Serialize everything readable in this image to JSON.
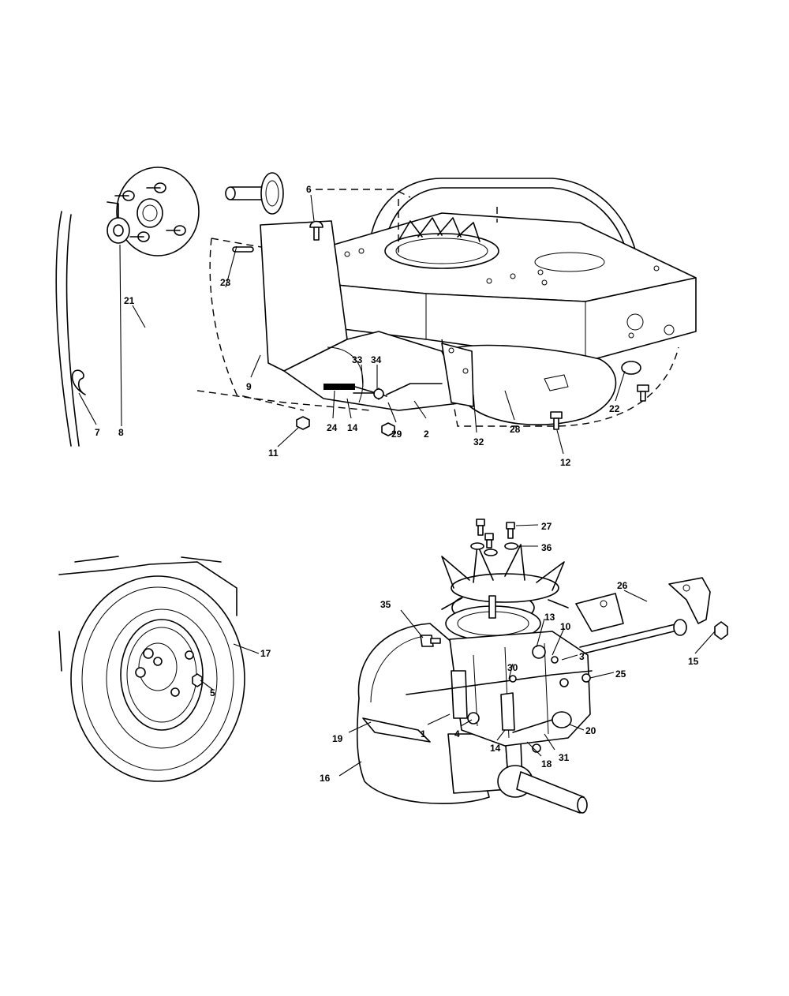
{
  "callouts": [
    {
      "id": "c6",
      "text": "6"
    },
    {
      "id": "c23",
      "text": "23"
    },
    {
      "id": "c21",
      "text": "21"
    },
    {
      "id": "c9",
      "text": "9"
    },
    {
      "id": "c7",
      "text": "7"
    },
    {
      "id": "c8",
      "text": "8"
    },
    {
      "id": "c33",
      "text": "33"
    },
    {
      "id": "c34",
      "text": "34"
    },
    {
      "id": "c24",
      "text": "24"
    },
    {
      "id": "c14a",
      "text": "14"
    },
    {
      "id": "c29",
      "text": "29"
    },
    {
      "id": "c2",
      "text": "2"
    },
    {
      "id": "c11",
      "text": "11"
    },
    {
      "id": "c32",
      "text": "32"
    },
    {
      "id": "c28",
      "text": "28"
    },
    {
      "id": "c22",
      "text": "22"
    },
    {
      "id": "c12",
      "text": "12"
    },
    {
      "id": "c27",
      "text": "27"
    },
    {
      "id": "c36",
      "text": "36"
    },
    {
      "id": "c26",
      "text": "26"
    },
    {
      "id": "c15",
      "text": "15"
    },
    {
      "id": "c35",
      "text": "35"
    },
    {
      "id": "c13",
      "text": "13"
    },
    {
      "id": "c10",
      "text": "10"
    },
    {
      "id": "c3",
      "text": "3"
    },
    {
      "id": "c25",
      "text": "25"
    },
    {
      "id": "c30",
      "text": "30"
    },
    {
      "id": "c17",
      "text": "17"
    },
    {
      "id": "c5",
      "text": "5"
    },
    {
      "id": "c19",
      "text": "19"
    },
    {
      "id": "c1",
      "text": "1"
    },
    {
      "id": "c4",
      "text": "4"
    },
    {
      "id": "c14b",
      "text": "14"
    },
    {
      "id": "c18",
      "text": "18"
    },
    {
      "id": "c31",
      "text": "31"
    },
    {
      "id": "c20",
      "text": "20"
    },
    {
      "id": "c16",
      "text": "16"
    }
  ]
}
